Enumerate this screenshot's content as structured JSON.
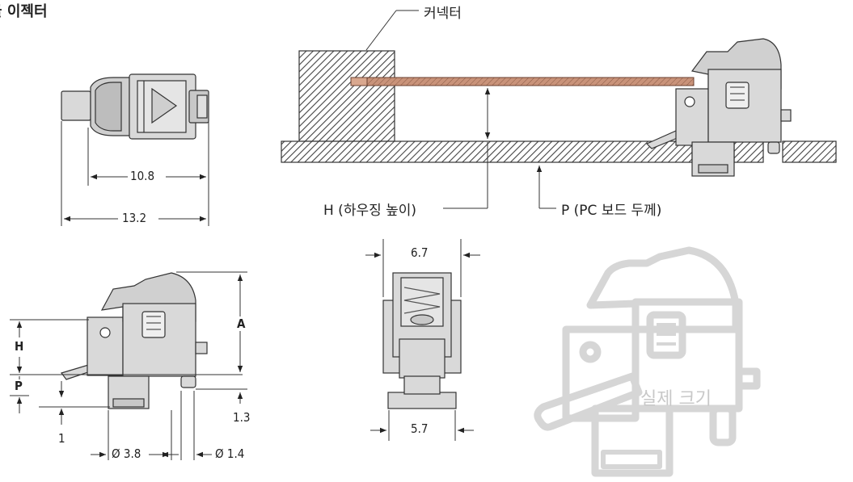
{
  "title": "쿨 이젝터",
  "top_view": {
    "dim_inner": "10.8",
    "dim_outer": "13.2"
  },
  "assembly_view": {
    "connector_label": "커넥터",
    "housing_height_label": "H (하우징 높이)",
    "board_thickness_label": "P (PC 보드 두께)"
  },
  "side_view": {
    "dim_a": "A",
    "dim_h": "H",
    "dim_p": "P",
    "dim_1": "1",
    "dim_1_3": "1.3",
    "dim_dia_3_8": "Ø 3.8",
    "dim_dia_1_4": "Ø 1.4"
  },
  "front_view": {
    "dim_top": "6.7",
    "dim_bottom": "5.7"
  },
  "actual_size_label": "실제 크기",
  "colors": {
    "hatch": "#555555",
    "part_fill": "#d9d9d9",
    "line": "#333333",
    "ghost": "#d6d6d6",
    "pcb_trace": "#c9937a"
  }
}
